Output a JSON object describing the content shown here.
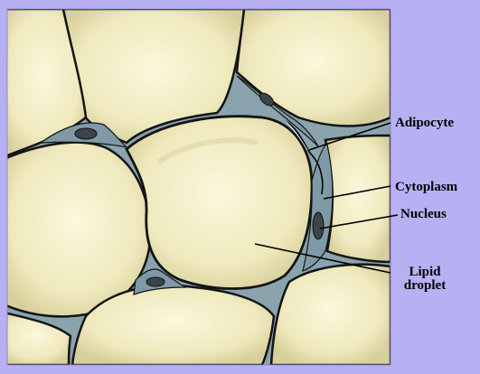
{
  "figure": {
    "labels": {
      "adipocyte": "Adipocyte",
      "cytoplasm": "Cytoplasm",
      "nucleus": "Nucleus",
      "lipid_line1": "Lipid",
      "lipid_line2": "droplet"
    }
  },
  "colors": {
    "background": "#b7b0f2",
    "droplet_fill": "#f3efc6",
    "droplet_shade": "#d9d3a2",
    "cell_outline": "#141414",
    "cytoplasm": "#7f9aa6",
    "nucleus": "#3b4448"
  }
}
